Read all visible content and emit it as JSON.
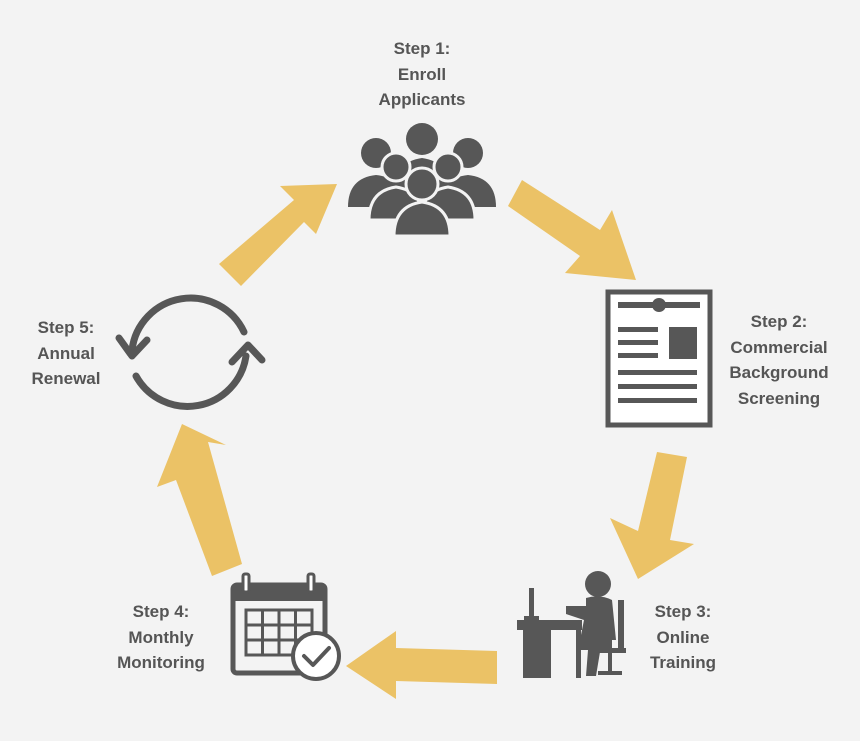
{
  "colors": {
    "background": "#f3f3f3",
    "arrow": "#ebc266",
    "icon": "#575757",
    "text": "#555555"
  },
  "steps": [
    {
      "id": 1,
      "icon": "people-group-icon",
      "lines": [
        "Step 1:",
        "Enroll",
        "Applicants"
      ]
    },
    {
      "id": 2,
      "icon": "document-icon",
      "lines": [
        "Step 2:",
        "Commercial",
        "Background",
        "Screening"
      ]
    },
    {
      "id": 3,
      "icon": "person-at-computer-icon",
      "lines": [
        "Step 3:",
        "Online",
        "Training"
      ]
    },
    {
      "id": 4,
      "icon": "calendar-check-icon",
      "lines": [
        "Step 4:",
        "Monthly",
        "Monitoring"
      ]
    },
    {
      "id": 5,
      "icon": "renewal-cycle-icon",
      "lines": [
        "Step 5:",
        "Annual",
        "Renewal"
      ]
    }
  ],
  "arrows": [
    {
      "from": 1,
      "to": 2
    },
    {
      "from": 2,
      "to": 3
    },
    {
      "from": 3,
      "to": 4
    },
    {
      "from": 4,
      "to": 5
    },
    {
      "from": 5,
      "to": 1
    }
  ]
}
